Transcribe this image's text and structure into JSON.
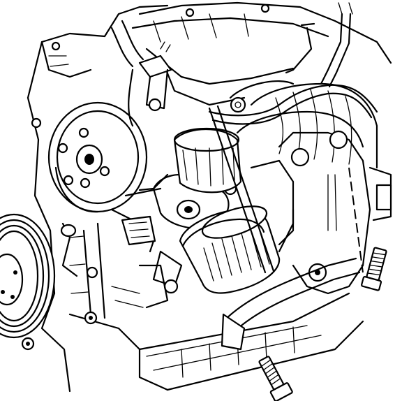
{
  "diagram": {
    "style": "monochrome line-art technical illustration",
    "ink_color": "#000000",
    "paper_color": "#ffffff",
    "components": [
      "crankshaft-pulley",
      "water-pump-pulley",
      "oil-filter",
      "oil-filter-adapter",
      "engine-block",
      "oil-pan",
      "intake-manifold",
      "heater-hose-pipe",
      "support-bracket",
      "mounting-bolt-upper-right",
      "mounting-bolt-lower"
    ]
  }
}
